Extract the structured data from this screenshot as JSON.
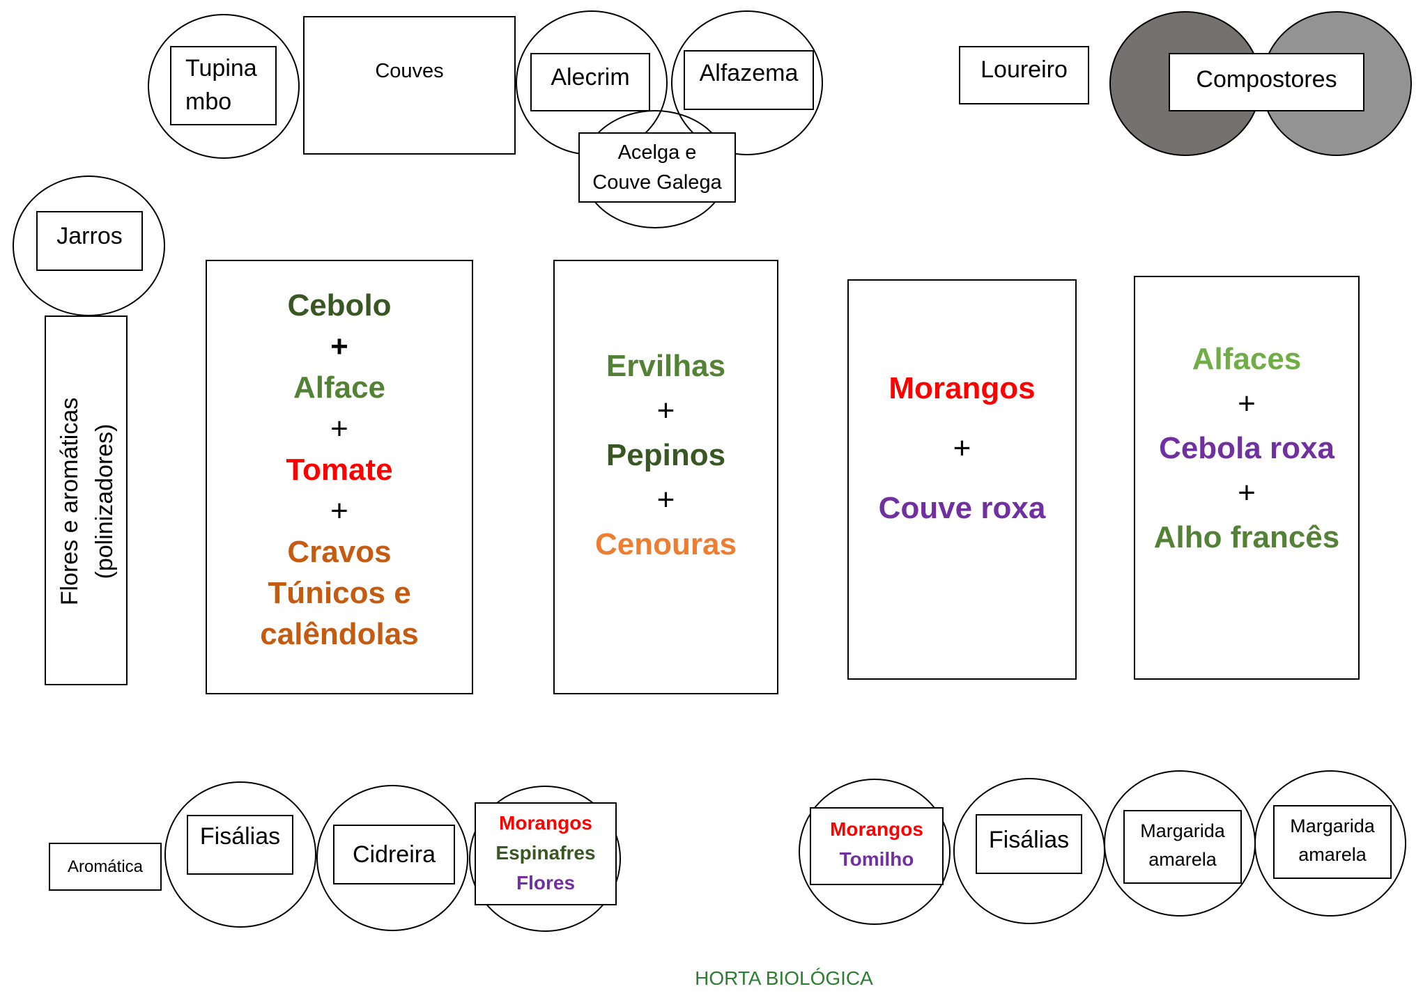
{
  "title": "HORTA BIOLÓGICA",
  "top_row": {
    "tupinambo": [
      "Tupina",
      "mbo"
    ],
    "couves": "Couves",
    "alecrim": "Alecrim",
    "alfazema": "Alfazema",
    "acelga": [
      "Acelga e",
      "Couve Galega"
    ],
    "loureiro": "Loureiro",
    "compostores": "Compostores"
  },
  "left": {
    "jarros": "Jarros",
    "flores": [
      "Flores e aromáticas",
      "(polinizadores)"
    ],
    "aromatica": "Aromática"
  },
  "beds": {
    "bed1": [
      "Cebolo",
      "+",
      "Alface",
      "+",
      "Tomate",
      "+",
      "Cravos",
      "Túnicos e",
      "calêndolas"
    ],
    "bed2": [
      "Ervilhas",
      "+",
      "Pepinos",
      "+",
      "Cenouras"
    ],
    "bed3": [
      "Morangos",
      "+",
      "Couve roxa"
    ],
    "bed4": [
      "Alfaces",
      "+",
      "Cebola roxa",
      "+",
      "Alho francês"
    ]
  },
  "bottom_left": {
    "fisalias": "Fisálias",
    "cidreira": "Cidreira",
    "mix": [
      "Morangos",
      "Espinafres",
      "Flores"
    ]
  },
  "bottom_right": {
    "morangos_tomilho": [
      "Morangos",
      "Tomilho"
    ],
    "fisalias": "Fisálias",
    "margarida1": [
      "Margarida",
      "amarela"
    ],
    "margarida2": [
      "Margarida",
      "amarela"
    ]
  },
  "colors": {
    "dark_green": "#385723",
    "green": "#538135",
    "light_green": "#70ad47",
    "red": "#ff0000",
    "dark_orange": "#c55a11",
    "orange": "#ed7d31",
    "purple": "#7030a0",
    "title_green": "#2e7d32",
    "composter_dark": "#767171",
    "composter_light": "#939393"
  }
}
